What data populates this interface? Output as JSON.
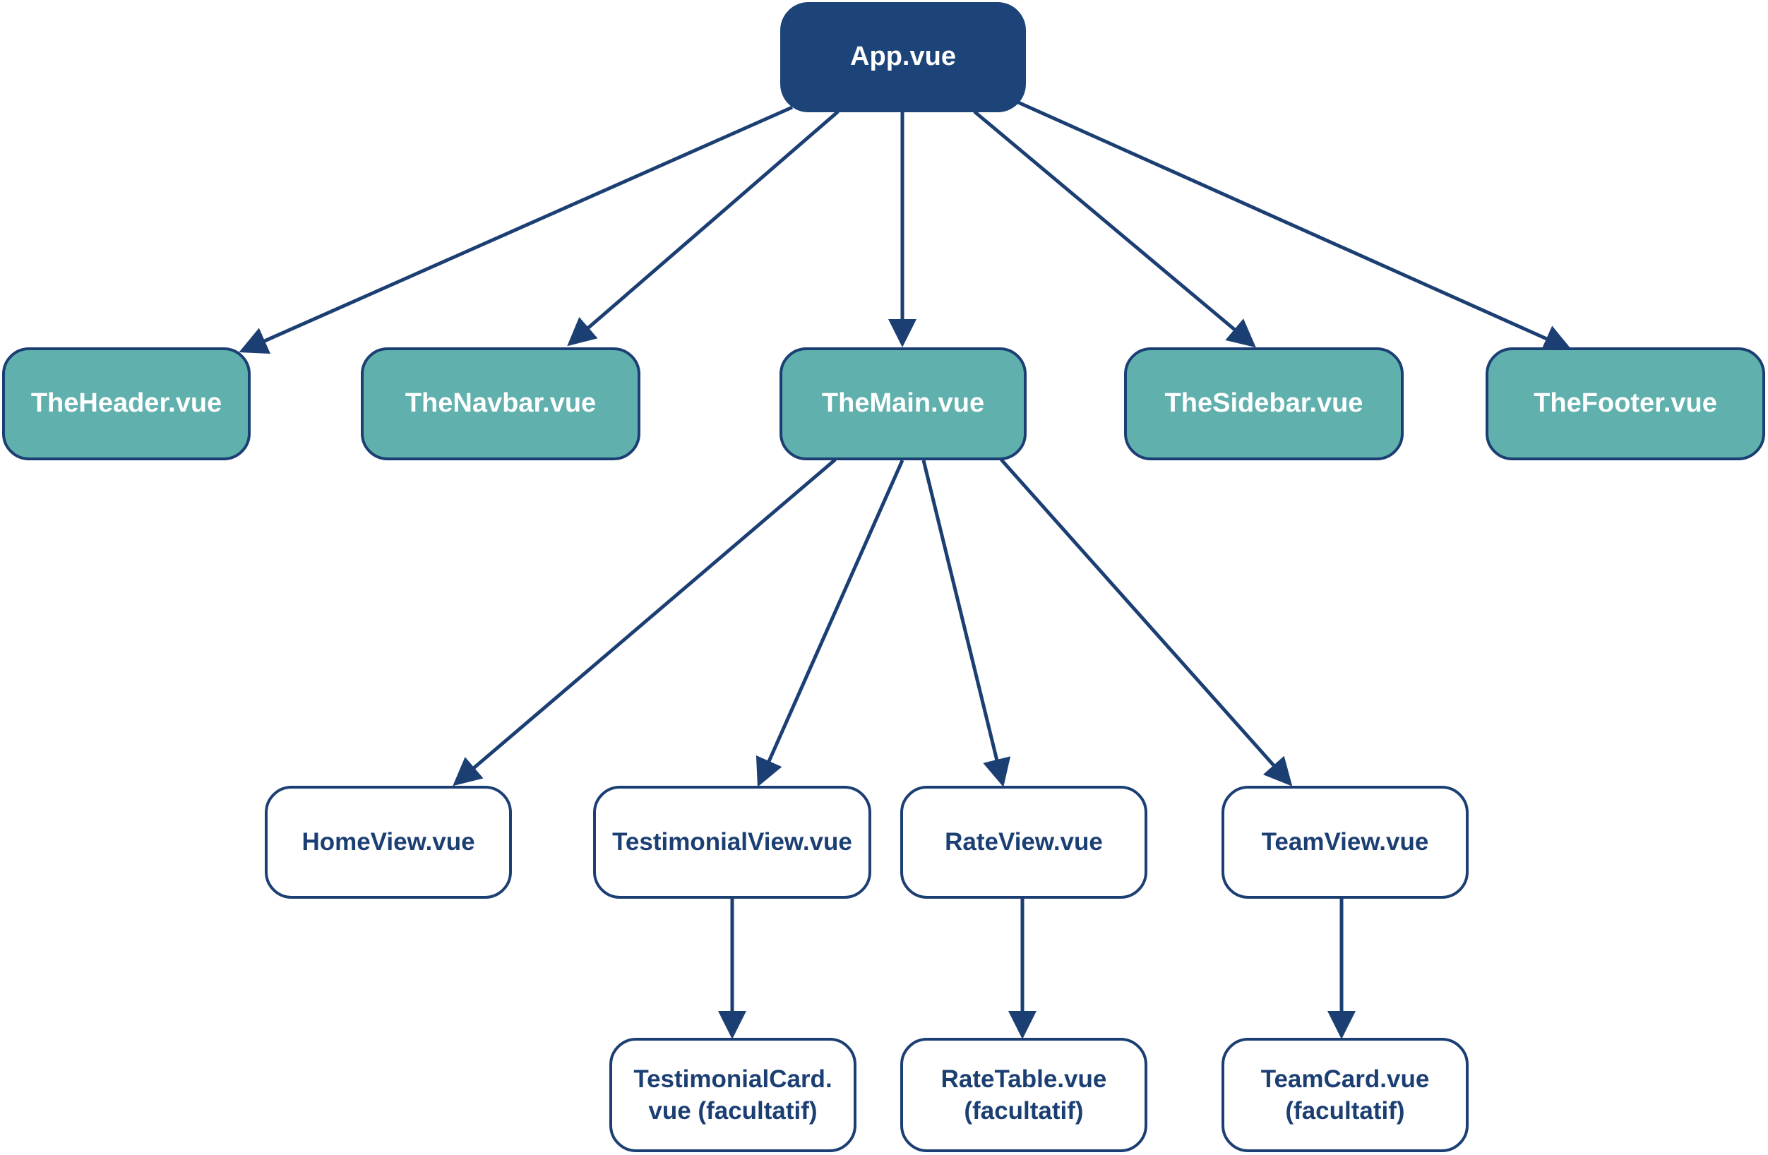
{
  "colors": {
    "root_fill": "#1c4479",
    "level1_fill": "#60b0ad",
    "child_fill": "#ffffff",
    "stroke": "#1c3f73"
  },
  "nodes": {
    "app": {
      "label": "App.vue"
    },
    "header": {
      "label": "TheHeader.vue"
    },
    "navbar": {
      "label": "TheNavbar.vue"
    },
    "main": {
      "label": "TheMain.vue"
    },
    "sidebar": {
      "label": "TheSidebar.vue"
    },
    "footer": {
      "label": "TheFooter.vue"
    },
    "home_view": {
      "label": "HomeView.vue"
    },
    "testimonial_view": {
      "label": "TestimonialView.vue"
    },
    "rate_view": {
      "label": "RateView.vue"
    },
    "team_view": {
      "label": "TeamView.vue"
    },
    "testimonial_card": {
      "label": "TestimonialCard.\nvue (facultatif)"
    },
    "rate_table": {
      "label": "RateTable.vue\n(facultatif)"
    },
    "team_card": {
      "label": "TeamCard.vue\n(facultatif)"
    }
  },
  "edges": [
    {
      "from": "app",
      "to": "header"
    },
    {
      "from": "app",
      "to": "navbar"
    },
    {
      "from": "app",
      "to": "main"
    },
    {
      "from": "app",
      "to": "sidebar"
    },
    {
      "from": "app",
      "to": "footer"
    },
    {
      "from": "main",
      "to": "home_view"
    },
    {
      "from": "main",
      "to": "testimonial_view"
    },
    {
      "from": "main",
      "to": "rate_view"
    },
    {
      "from": "main",
      "to": "team_view"
    },
    {
      "from": "testimonial_view",
      "to": "testimonial_card"
    },
    {
      "from": "rate_view",
      "to": "rate_table"
    },
    {
      "from": "team_view",
      "to": "team_card"
    }
  ]
}
